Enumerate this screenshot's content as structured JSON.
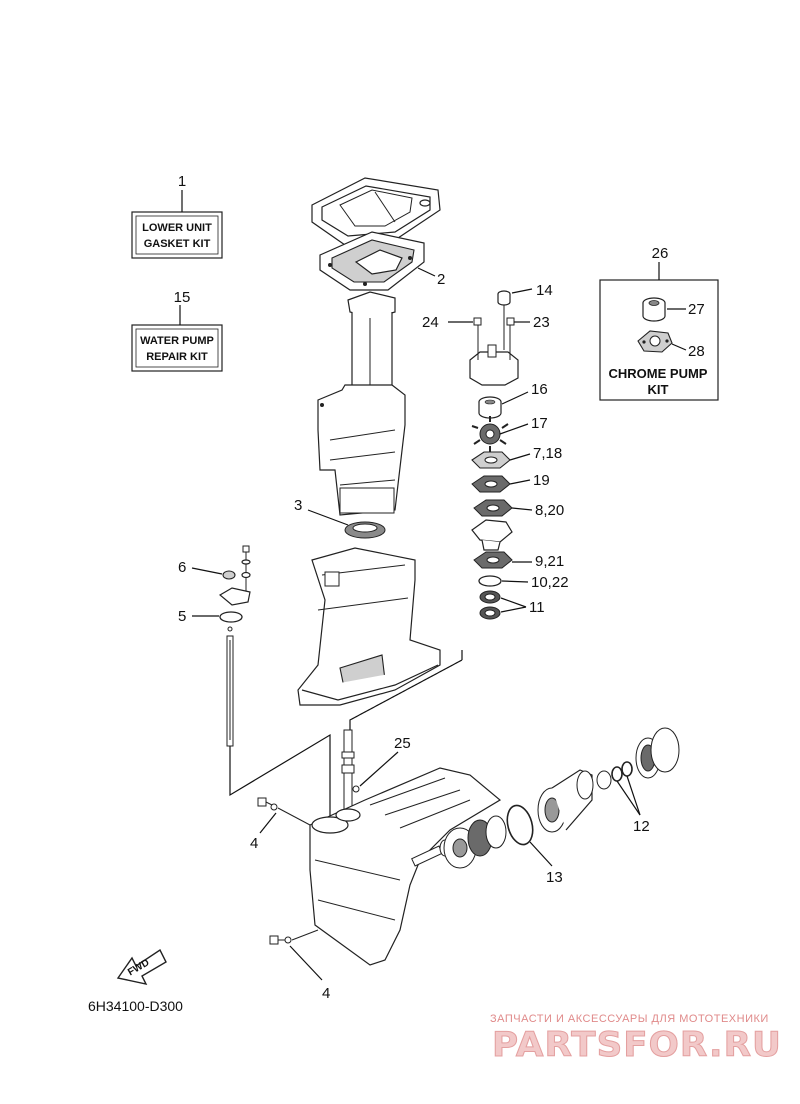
{
  "callouts": {
    "c1": "1",
    "c2": "2",
    "c3": "3",
    "c4a": "4",
    "c4b": "4",
    "c5": "5",
    "c6": "6",
    "c11": "11",
    "c12": "12",
    "c13": "13",
    "c14": "14",
    "c15": "15",
    "c16": "16",
    "c17": "17",
    "c7_18": "7,18",
    "c19": "19",
    "c8_20": "8,20",
    "c9_21": "9,21",
    "c10_22": "10,22",
    "c23": "23",
    "c24": "24",
    "c25": "25",
    "c26": "26",
    "c27": "27",
    "c28": "28"
  },
  "kits": {
    "lower_unit": {
      "line1": "LOWER UNIT",
      "line2": "GASKET KIT"
    },
    "water_pump": {
      "line1": "WATER PUMP",
      "line2": "REPAIR KIT"
    },
    "chrome_pump": {
      "line1": "CHROME PUMP",
      "line2": "KIT"
    }
  },
  "fwd_label": "FWD",
  "diagram_code": "6H34100-D300",
  "watermark": {
    "tagline": "ЗАПЧАСТИ И АКСЕССУАРЫ ДЛЯ МОТОТЕХНИКИ",
    "brand": "PARTSFOR.RU"
  }
}
